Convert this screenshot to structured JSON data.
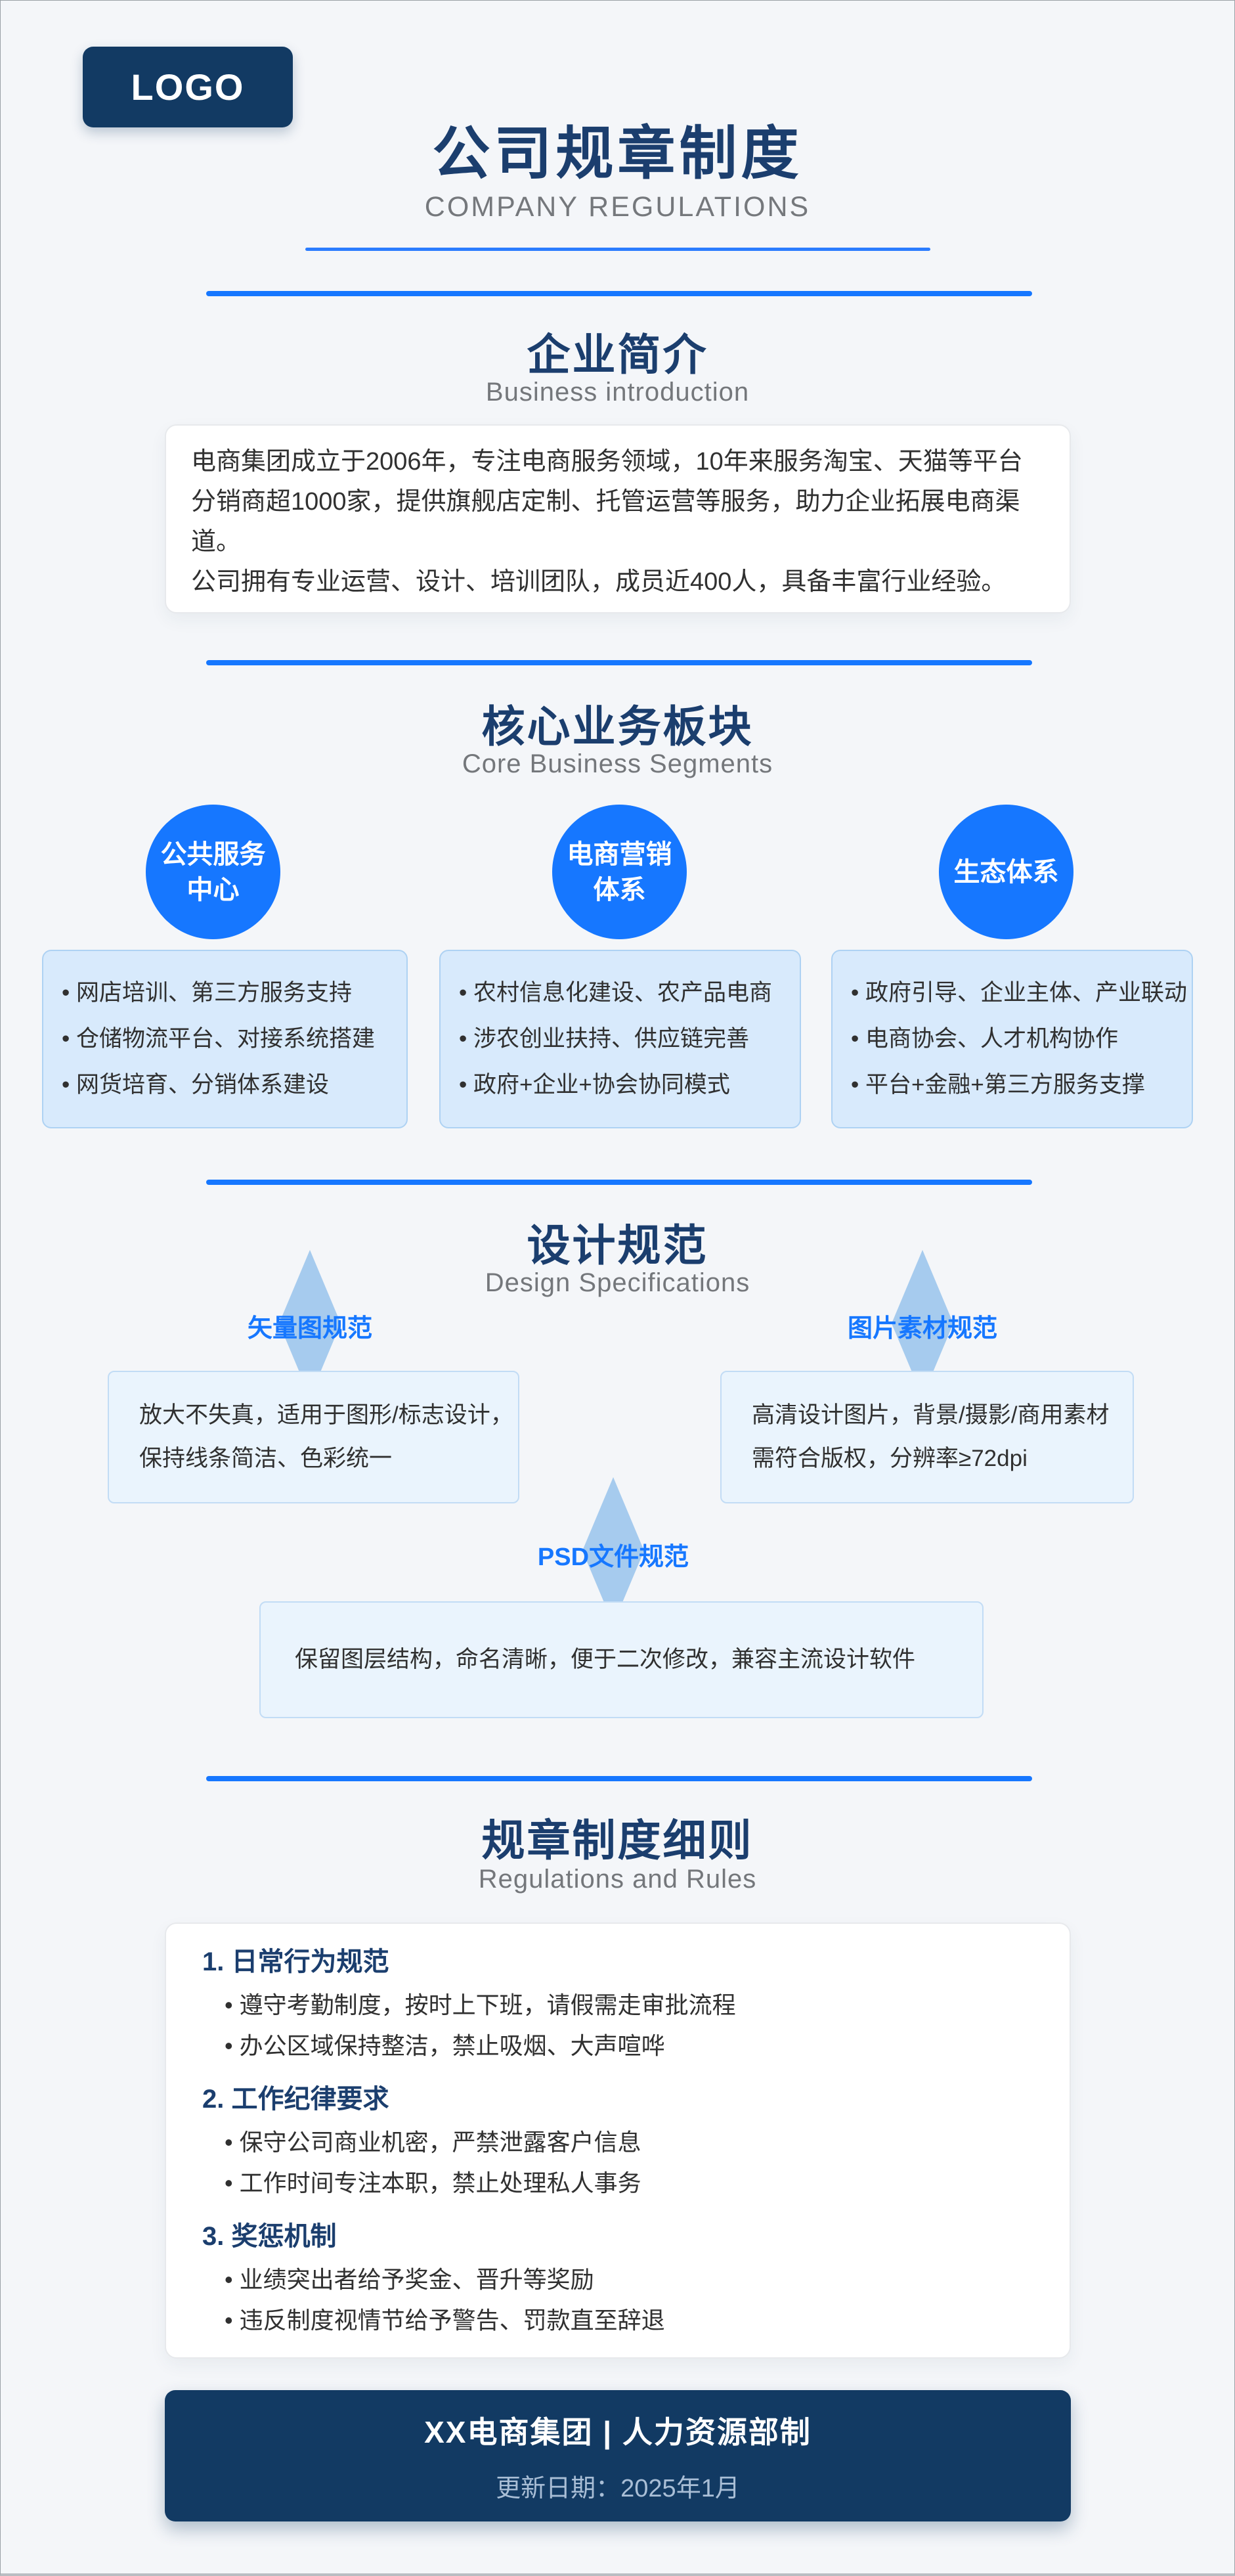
{
  "colors": {
    "accent": "#1677ff",
    "navy": "#123a63",
    "title_navy": "#1b3e6e",
    "core_box_bg": "#d8eafc",
    "spec_box_bg": "#eaf4fd",
    "diamond": "#a6cbee",
    "page_bg": "#f4f6f9"
  },
  "header": {
    "logo": "LOGO",
    "title": "公司规章制度",
    "subtitle": "COMPANY REGULATIONS"
  },
  "intro": {
    "title": "企业简介",
    "subtitle": "Business introduction",
    "lines": [
      "电商集团成立于2006年，专注电商服务领域，10年来服务淘宝、天猫等平台",
      "分销商超1000家，提供旗舰店定制、托管运营等服务，助力企业拓展电商渠道。",
      "公司拥有专业运营、设计、培训团队，成员近400人，具备丰富行业经验。"
    ]
  },
  "core": {
    "title": "核心业务板块",
    "subtitle": "Core Business Segments",
    "circles": [
      {
        "line1": "公共服务",
        "line2": "中心"
      },
      {
        "line1": "电商营销",
        "line2": "体系"
      },
      {
        "line1": "生态体系",
        "line2": ""
      }
    ],
    "boxes": [
      [
        "网店培训、第三方服务支持",
        "仓储物流平台、对接系统搭建",
        "网货培育、分销体系建设"
      ],
      [
        "农村信息化建设、农产品电商",
        "涉农创业扶持、供应链完善",
        "政府+企业+协会协同模式"
      ],
      [
        "政府引导、企业主体、产业联动",
        "电商协会、人才机构协作",
        "平台+金融+第三方服务支撑"
      ]
    ]
  },
  "design": {
    "title": "设计规范",
    "subtitle": "Design Specifications",
    "diamond1_label": "矢量图规范",
    "diamond2_label": "图片素材规范",
    "diamond3_label": "PSD文件规范",
    "box1_lines": [
      "放大不失真，适用于图形/标志设计，",
      "保持线条简洁、色彩统一"
    ],
    "box2_lines": [
      "高清设计图片，背景/摄影/商用素材",
      "需符合版权，分辨率≥72dpi"
    ],
    "box3_line": "保留图层结构，命名清晰，便于二次修改，兼容主流设计软件"
  },
  "rules": {
    "title": "规章制度细则",
    "subtitle": "Regulations and Rules",
    "groups": [
      {
        "heading": "1. 日常行为规范",
        "bullets": [
          "遵守考勤制度，按时上下班，请假需走审批流程",
          "办公区域保持整洁，禁止吸烟、大声喧哗"
        ]
      },
      {
        "heading": "2. 工作纪律要求",
        "bullets": [
          "保守公司商业机密，严禁泄露客户信息",
          "工作时间专注本职，禁止处理私人事务"
        ]
      },
      {
        "heading": "3. 奖惩机制",
        "bullets": [
          "业绩突出者给予奖金、晋升等奖励",
          "违反制度视情节给予警告、罚款直至辞退"
        ]
      }
    ]
  },
  "footer": {
    "line1": "XX电商集团 | 人力资源部制",
    "line2": "更新日期：2025年1月"
  }
}
